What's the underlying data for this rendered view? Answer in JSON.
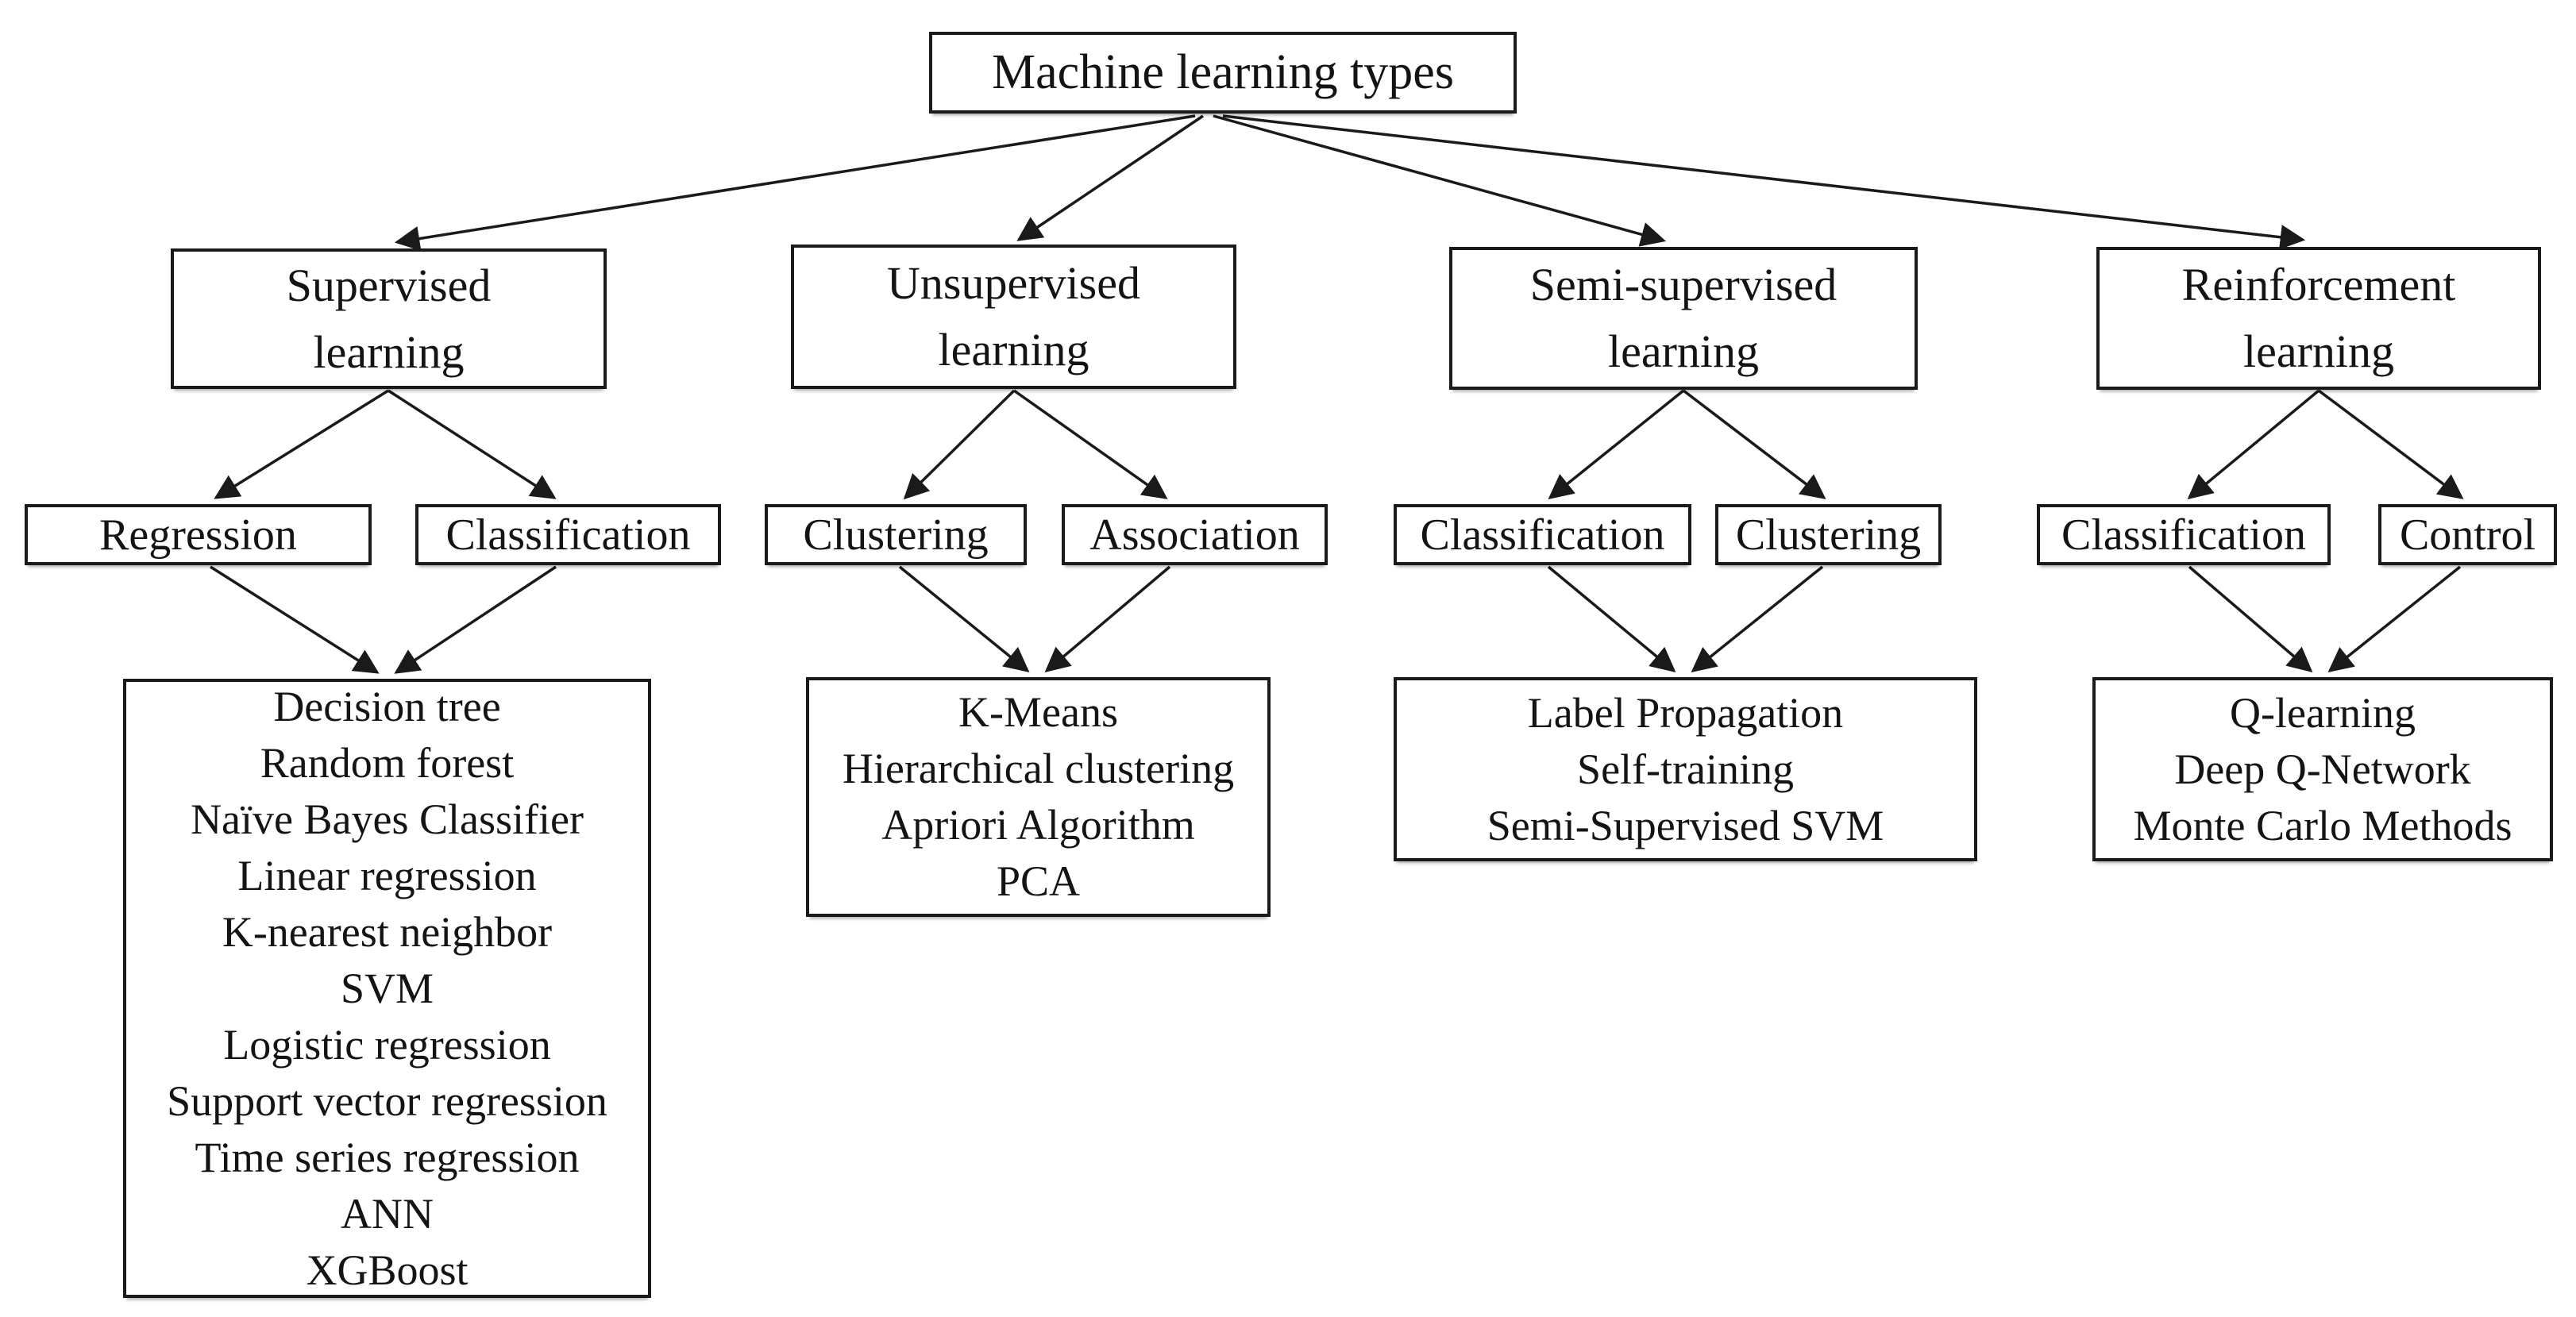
{
  "diagram": {
    "title": "Machine learning types",
    "root": {
      "label": "Machine learning types"
    },
    "branches": [
      {
        "id": "supervised",
        "label_lines": [
          "Supervised",
          "learning"
        ],
        "children": [
          "Regression",
          "Classification"
        ],
        "methods": [
          "Decision tree",
          "Random forest",
          "Naïve Bayes Classifier",
          "Linear regression",
          "K-nearest neighbor",
          "SVM",
          "Logistic regression",
          "Support vector regression",
          "Time series regression",
          "ANN",
          "XGBoost"
        ]
      },
      {
        "id": "unsupervised",
        "label_lines": [
          "Unsupervised",
          "learning"
        ],
        "children": [
          "Clustering",
          "Association"
        ],
        "methods": [
          "K-Means",
          "Hierarchical clustering",
          "Apriori Algorithm",
          "PCA"
        ]
      },
      {
        "id": "semi-supervised",
        "label_lines": [
          "Semi-supervised",
          "learning"
        ],
        "children": [
          "Classification",
          "Clustering"
        ],
        "methods": [
          "Label Propagation",
          "Self-training",
          "Semi-Supervised SVM"
        ]
      },
      {
        "id": "reinforcement",
        "label_lines": [
          "Reinforcement",
          "learning"
        ],
        "children": [
          "Classification",
          "Control"
        ],
        "methods": [
          "Q-learning",
          "Deep Q-Network",
          "Monte Carlo Methods"
        ]
      }
    ],
    "colors": {
      "background": "#ffffff",
      "box_border": "#1a1a1a",
      "text": "#141414",
      "arrow": "#1a1a1a"
    }
  }
}
